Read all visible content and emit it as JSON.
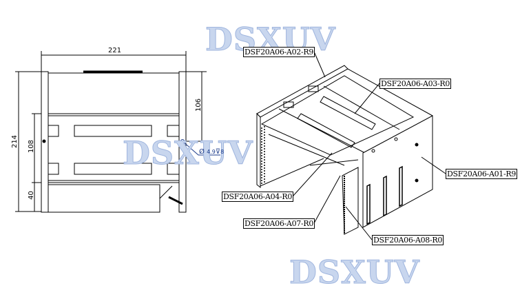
{
  "watermark": "DSXUV",
  "dimensions": {
    "width": "221",
    "height": "214",
    "upper": "106",
    "middle": "108",
    "lower": "40",
    "hole_diameter_symbol": "Ø",
    "hole_diameter": "4.9",
    "hole_depth_symbol": "⊽",
    "hole_depth": "8"
  },
  "part_labels": {
    "a01": "DSF20A06-A01-R9",
    "a02": "DSF20A06-A02-R9",
    "a03": "DSF20A06-A03-R0",
    "a04": "DSF20A06-A04-R0",
    "a07": "DSF20A06-A07-R0",
    "a08": "DSF20A06-A08-R0"
  },
  "colors": {
    "watermark": "#c8d6ee",
    "line": "#000000",
    "hole_callout": "#1a3a8a"
  }
}
